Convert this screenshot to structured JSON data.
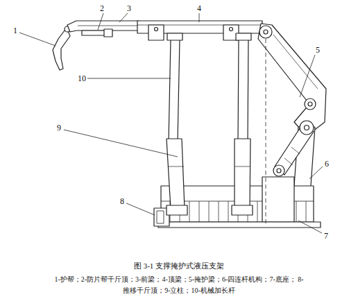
{
  "diagram": {
    "caption": "图 3-1 支撑掩护式液压支架",
    "labels": [
      "1",
      "2",
      "3",
      "4",
      "5",
      "6",
      "7",
      "8",
      "9",
      "10",
      "1-护帮；2-防片帮千斤顶；3-前梁；4-顶梁；5-掩护梁；6-四连杆机构；7-底座； 8-推移千斤顶；9-立柱；10-机械加长杆"
    ]
  }
}
